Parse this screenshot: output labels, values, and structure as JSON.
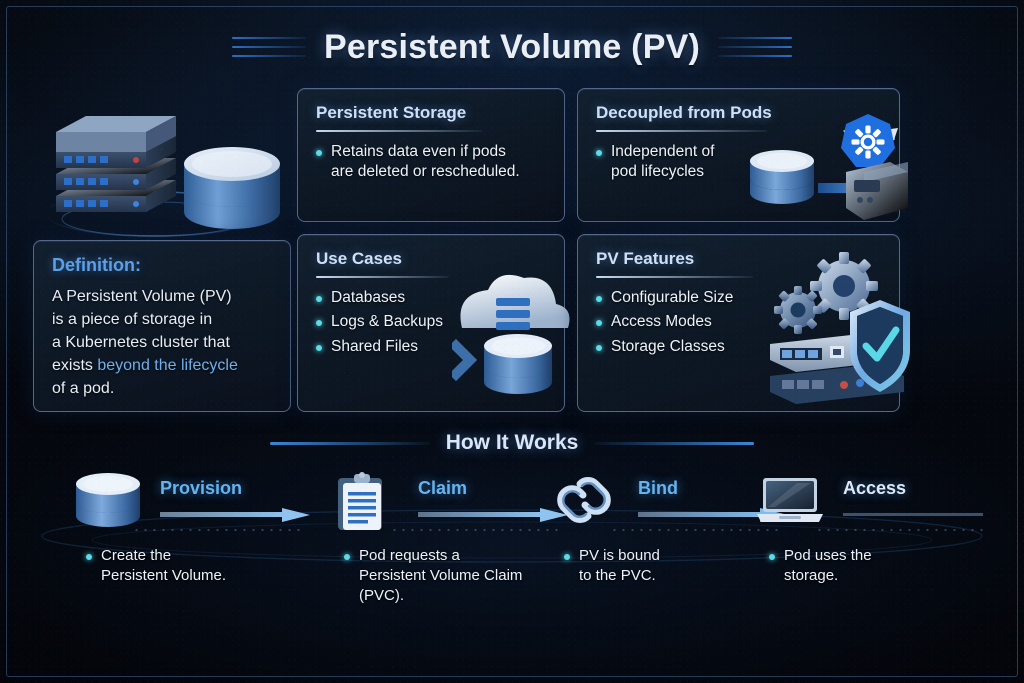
{
  "title": "Persistent Volume (PV)",
  "panels": {
    "persistent_storage": {
      "heading": "Persistent Storage",
      "bullets": [
        {
          "line1": "Retains data even if pods",
          "line2": "are deleted or rescheduled."
        }
      ]
    },
    "decoupled": {
      "heading": "Decoupled from Pods",
      "bullets": [
        {
          "line1": "Independent of",
          "line2": "pod lifecycles"
        }
      ]
    },
    "definition": {
      "heading": "Definition:",
      "line1": "A Persistent Volume (PV)",
      "line2": "is a piece of storage in",
      "line3": "a Kubernetes cluster that",
      "line4_a": "exists ",
      "line4_b": "beyond the lifecycle",
      "line5": "of a pod."
    },
    "use_cases": {
      "heading": "Use Cases",
      "items": [
        "Databases",
        "Logs & Backups",
        "Shared Files"
      ]
    },
    "pv_features": {
      "heading": "PV Features",
      "items": [
        "Configurable Size",
        "Access Modes",
        "Storage Classes"
      ]
    }
  },
  "how_it_works": {
    "heading": "How It Works",
    "steps": [
      {
        "label": "Provision",
        "icon": "database-icon",
        "desc1": "Create the",
        "desc2": "Persistent Volume.",
        "desc3": ""
      },
      {
        "label": "Claim",
        "icon": "clipboard-icon",
        "desc1": "Pod requests a",
        "desc2": "Persistent Volume Claim",
        "desc3": "(PVC)."
      },
      {
        "label": "Bind",
        "icon": "chain-link-icon",
        "desc1": "PV is bound",
        "desc2": "to the PVC.",
        "desc3": ""
      },
      {
        "label": "Access",
        "icon": "laptop-icon",
        "desc1": "Pod uses the",
        "desc2": "storage.",
        "desc3": ""
      }
    ]
  },
  "colors": {
    "background": "#04070c",
    "panel_fill": "#0d1724",
    "panel_border": "#55688a",
    "heading_text": "#cfe0f6",
    "accent_blue": "#5c9fe6",
    "bullet_cyan": "#5adce8",
    "kubernetes_blue": "#1f6fe0",
    "body_text": "#eef3fa"
  }
}
